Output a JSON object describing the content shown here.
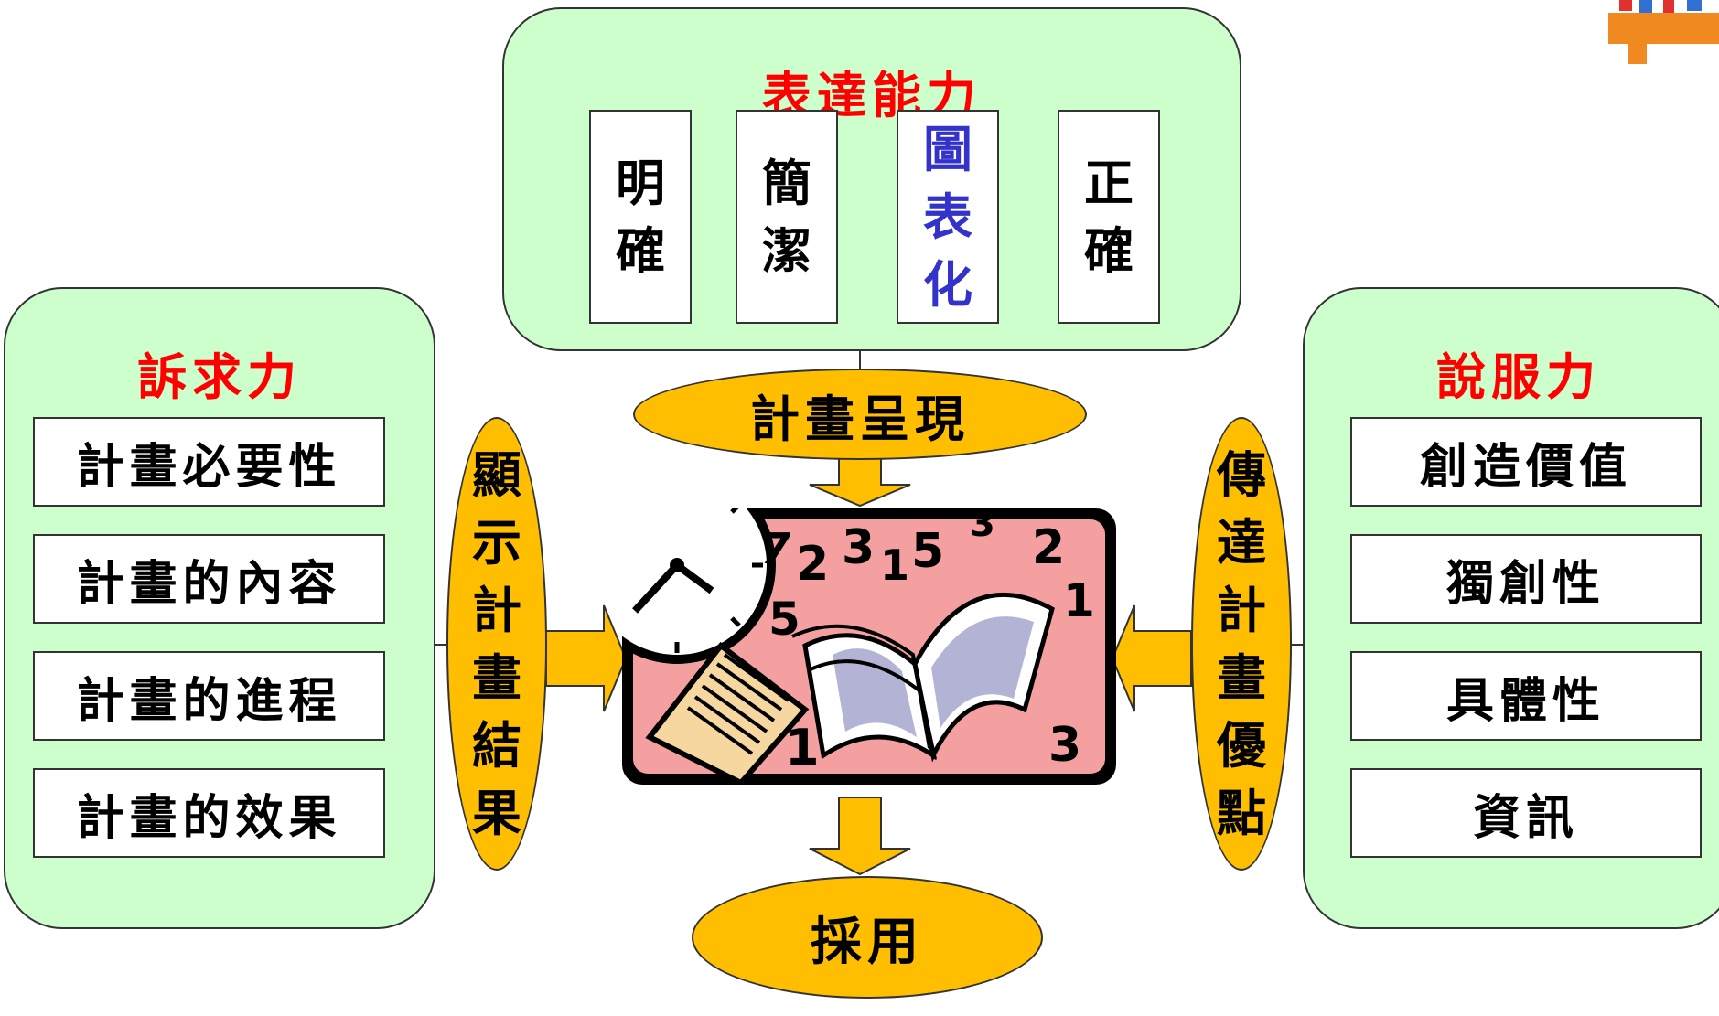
{
  "top_panel": {
    "title": "表達能力",
    "boxes": [
      {
        "label": "明確",
        "color": "#000000"
      },
      {
        "label": "簡潔",
        "color": "#000000"
      },
      {
        "label": "圖表化",
        "color": "#3333cc"
      },
      {
        "label": "正確",
        "color": "#000000"
      }
    ]
  },
  "left_panel": {
    "title": "訴求力",
    "items": [
      "計畫必要性",
      "計畫的內容",
      "計畫的進程",
      "計畫的效果"
    ]
  },
  "right_panel": {
    "title": "說服力",
    "items": [
      "創造價值",
      "獨創性",
      "具體性",
      "資訊"
    ]
  },
  "center": {
    "top_oval": "計畫呈現",
    "bottom_oval": "採用",
    "left_oval": "顯示計畫結果",
    "right_oval": "傳達計畫優點"
  },
  "colors": {
    "panel_fill": "#ccffcc",
    "oval_fill": "#ffbf00",
    "title_red": "#ff0000",
    "highlight_blue": "#3333cc",
    "clipart_bg": "#f4a0a0"
  }
}
